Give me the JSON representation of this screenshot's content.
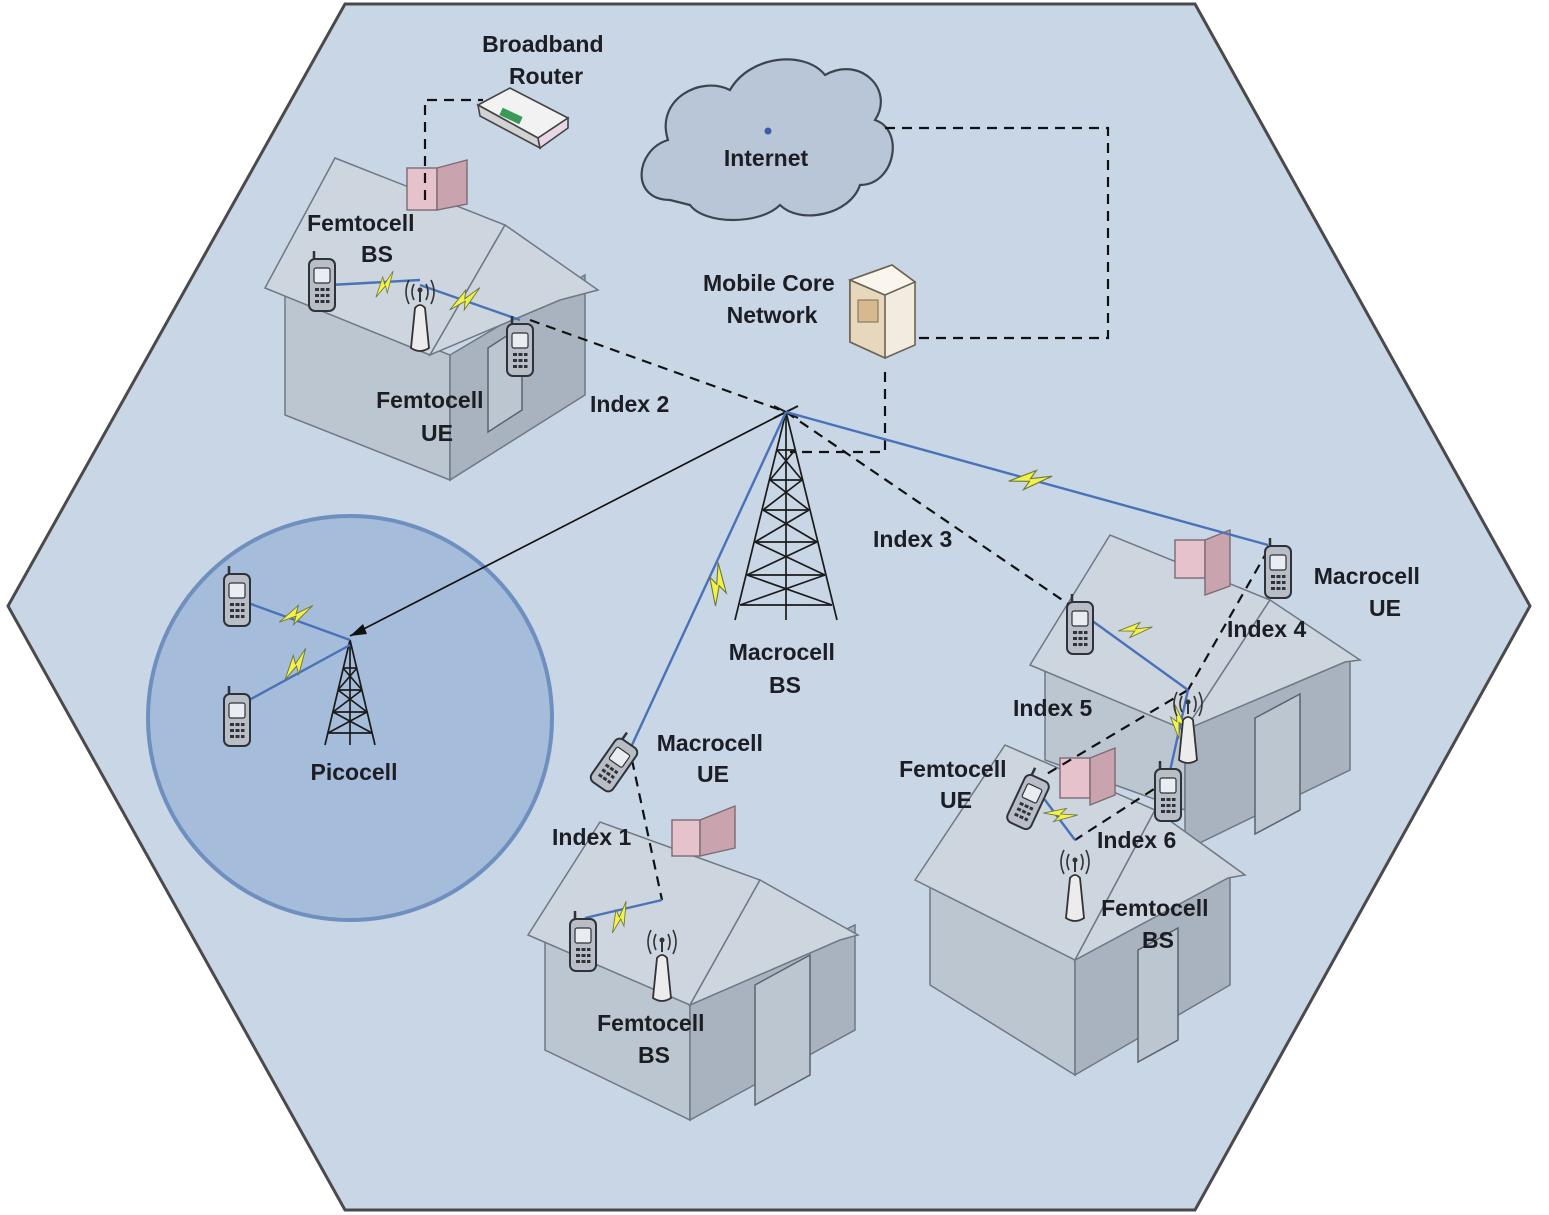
{
  "labels": {
    "broadband_router": [
      "Broadband",
      "Router"
    ],
    "internet": "Internet",
    "mobile_core": [
      "Mobile Core",
      "Network"
    ],
    "femtocell_bs_topleft": [
      "Femtocell",
      "BS"
    ],
    "femtocell_ue_topleft": [
      "Femtocell",
      "UE"
    ],
    "index_2": "Index 2",
    "index_3": "Index 3",
    "index_4": "Index 4",
    "index_5": "Index 5",
    "index_6": "Index 6",
    "index_1": "Index 1",
    "macrocell_ue_right": [
      "Macrocell",
      "UE"
    ],
    "macrocell_bs": [
      "Macrocell",
      "BS"
    ],
    "macrocell_ue_center": [
      "Macrocell",
      "UE"
    ],
    "picocell": "Picocell",
    "femtocell_ue_right": [
      "Femtocell",
      "UE"
    ],
    "femtocell_bs_right": [
      "Femtocell",
      "BS"
    ],
    "femtocell_bs_bottom": [
      "Femtocell",
      "BS"
    ]
  },
  "colors": {
    "cell_fill": "#c8d6e5",
    "cell_border": "#4a4a4a",
    "picocell_fill": "#9fb7d8",
    "picocell_border": "#6f8fbf",
    "radio_link": "#4a72b8",
    "lightning": "#f2f24a"
  }
}
